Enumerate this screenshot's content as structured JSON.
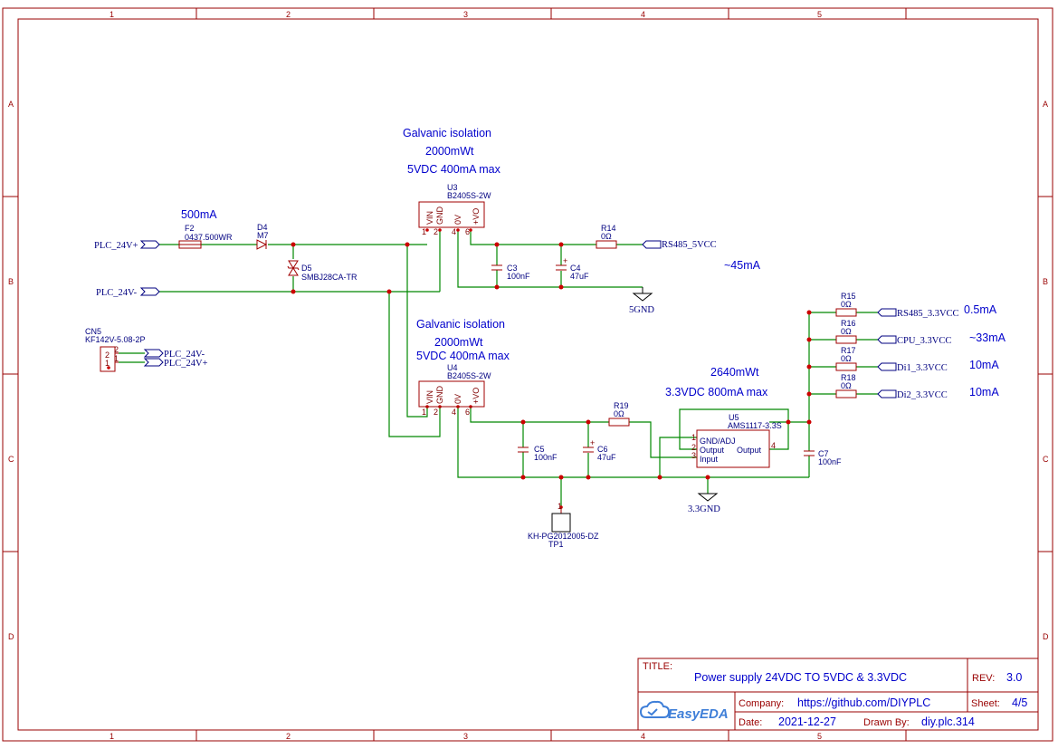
{
  "frame": {
    "columns": [
      "1",
      "2",
      "3",
      "4",
      "5"
    ],
    "rows": [
      "A",
      "B",
      "C",
      "D"
    ]
  },
  "annotations": {
    "u3_title": "Galvanic isolation",
    "u3_power": "2000mWt",
    "u3_rating": "5VDC 400mA max",
    "fuse_current": "500mA",
    "rs485_5v_current": "~45mA",
    "u4_title": "Galvanic isolation",
    "u4_power": "2000mWt",
    "u4_rating": "5VDC 400mA max",
    "u5_power": "2640mWt",
    "u5_rating": "3.3VDC 800mA max",
    "r15_current": "0.5mA",
    "r16_current": "~33mA",
    "r17_current": "10mA",
    "r18_current": "10mA"
  },
  "nets": {
    "plc_24v_plus": "PLC_24V+",
    "plc_24v_minus": "PLC_24V-",
    "cn5_pin2": "PLC_24V-",
    "cn5_pin1": "PLC_24V+",
    "rs485_5vcc": "RS485_5VCC",
    "gnd5": "5GND",
    "gnd33": "3.3GND",
    "rs485_33vcc": "RS485_3.3VCC",
    "cpu_33vcc": "CPU_3.3VCC",
    "di1_33vcc": "Di1_3.3VCC",
    "di2_33vcc": "Di2_3.3VCC"
  },
  "components": {
    "u3": {
      "ref": "U3",
      "value": "B2405S-2W",
      "pins": [
        "VIN",
        "GND",
        "0V",
        "+VO"
      ],
      "pin_nums": [
        "1",
        "2",
        "4",
        "6"
      ]
    },
    "u4": {
      "ref": "U4",
      "value": "B2405S-2W",
      "pins": [
        "VIN",
        "GND",
        "0V",
        "+VO"
      ],
      "pin_nums": [
        "1",
        "2",
        "4",
        "6"
      ]
    },
    "u5": {
      "ref": "U5",
      "value": "AMS1117-3.3S",
      "pin_gnd": "GND/ADJ",
      "pin_out_left": "Output",
      "pin_out_right": "Output",
      "pin_in": "Input",
      "pin_nums": [
        "1",
        "2",
        "3",
        "4"
      ]
    },
    "f2": {
      "ref": "F2",
      "value": "0437.500WR"
    },
    "d4": {
      "ref": "D4",
      "value": "M7"
    },
    "d5": {
      "ref": "D5",
      "value": "SMBJ28CA-TR"
    },
    "cn5": {
      "ref": "CN5",
      "value": "KF142V-5.08-2P",
      "pin_nums": [
        "2",
        "1"
      ]
    },
    "r14": {
      "ref": "R14",
      "value": "0Ω"
    },
    "r15": {
      "ref": "R15",
      "value": "0Ω"
    },
    "r16": {
      "ref": "R16",
      "value": "0Ω"
    },
    "r17": {
      "ref": "R17",
      "value": "0Ω"
    },
    "r18": {
      "ref": "R18",
      "value": "0Ω"
    },
    "r19": {
      "ref": "R19",
      "value": "0Ω"
    },
    "c3": {
      "ref": "C3",
      "value": "100nF"
    },
    "c4": {
      "ref": "C4",
      "value": "47uF",
      "polarity": "+"
    },
    "c5": {
      "ref": "C5",
      "value": "100nF"
    },
    "c6": {
      "ref": "C6",
      "value": "47uF",
      "polarity": "+"
    },
    "c7": {
      "ref": "C7",
      "value": "100nF"
    },
    "tp1": {
      "ref": "TP1",
      "value": "KH-PG2012005-DZ",
      "pin": "1"
    }
  },
  "title_block": {
    "title_label": "TITLE:",
    "title": "Power supply 24VDC TO 5VDC & 3.3VDC",
    "rev_label": "REV:",
    "rev": "3.0",
    "company_label": "Company:",
    "company": "https://github.com/DIYPLC",
    "sheet_label": "Sheet:",
    "sheet": "4/5",
    "date_label": "Date:",
    "date": "2021-12-27",
    "drawn_label": "Drawn By:",
    "drawn_by": "diy.plc.314",
    "logo_text": "EasyEDA"
  },
  "colors": {
    "frame": "#990000",
    "wire": "#008800",
    "part": "#a00000",
    "annotation": "#0000cc",
    "net_label": "#000080"
  }
}
